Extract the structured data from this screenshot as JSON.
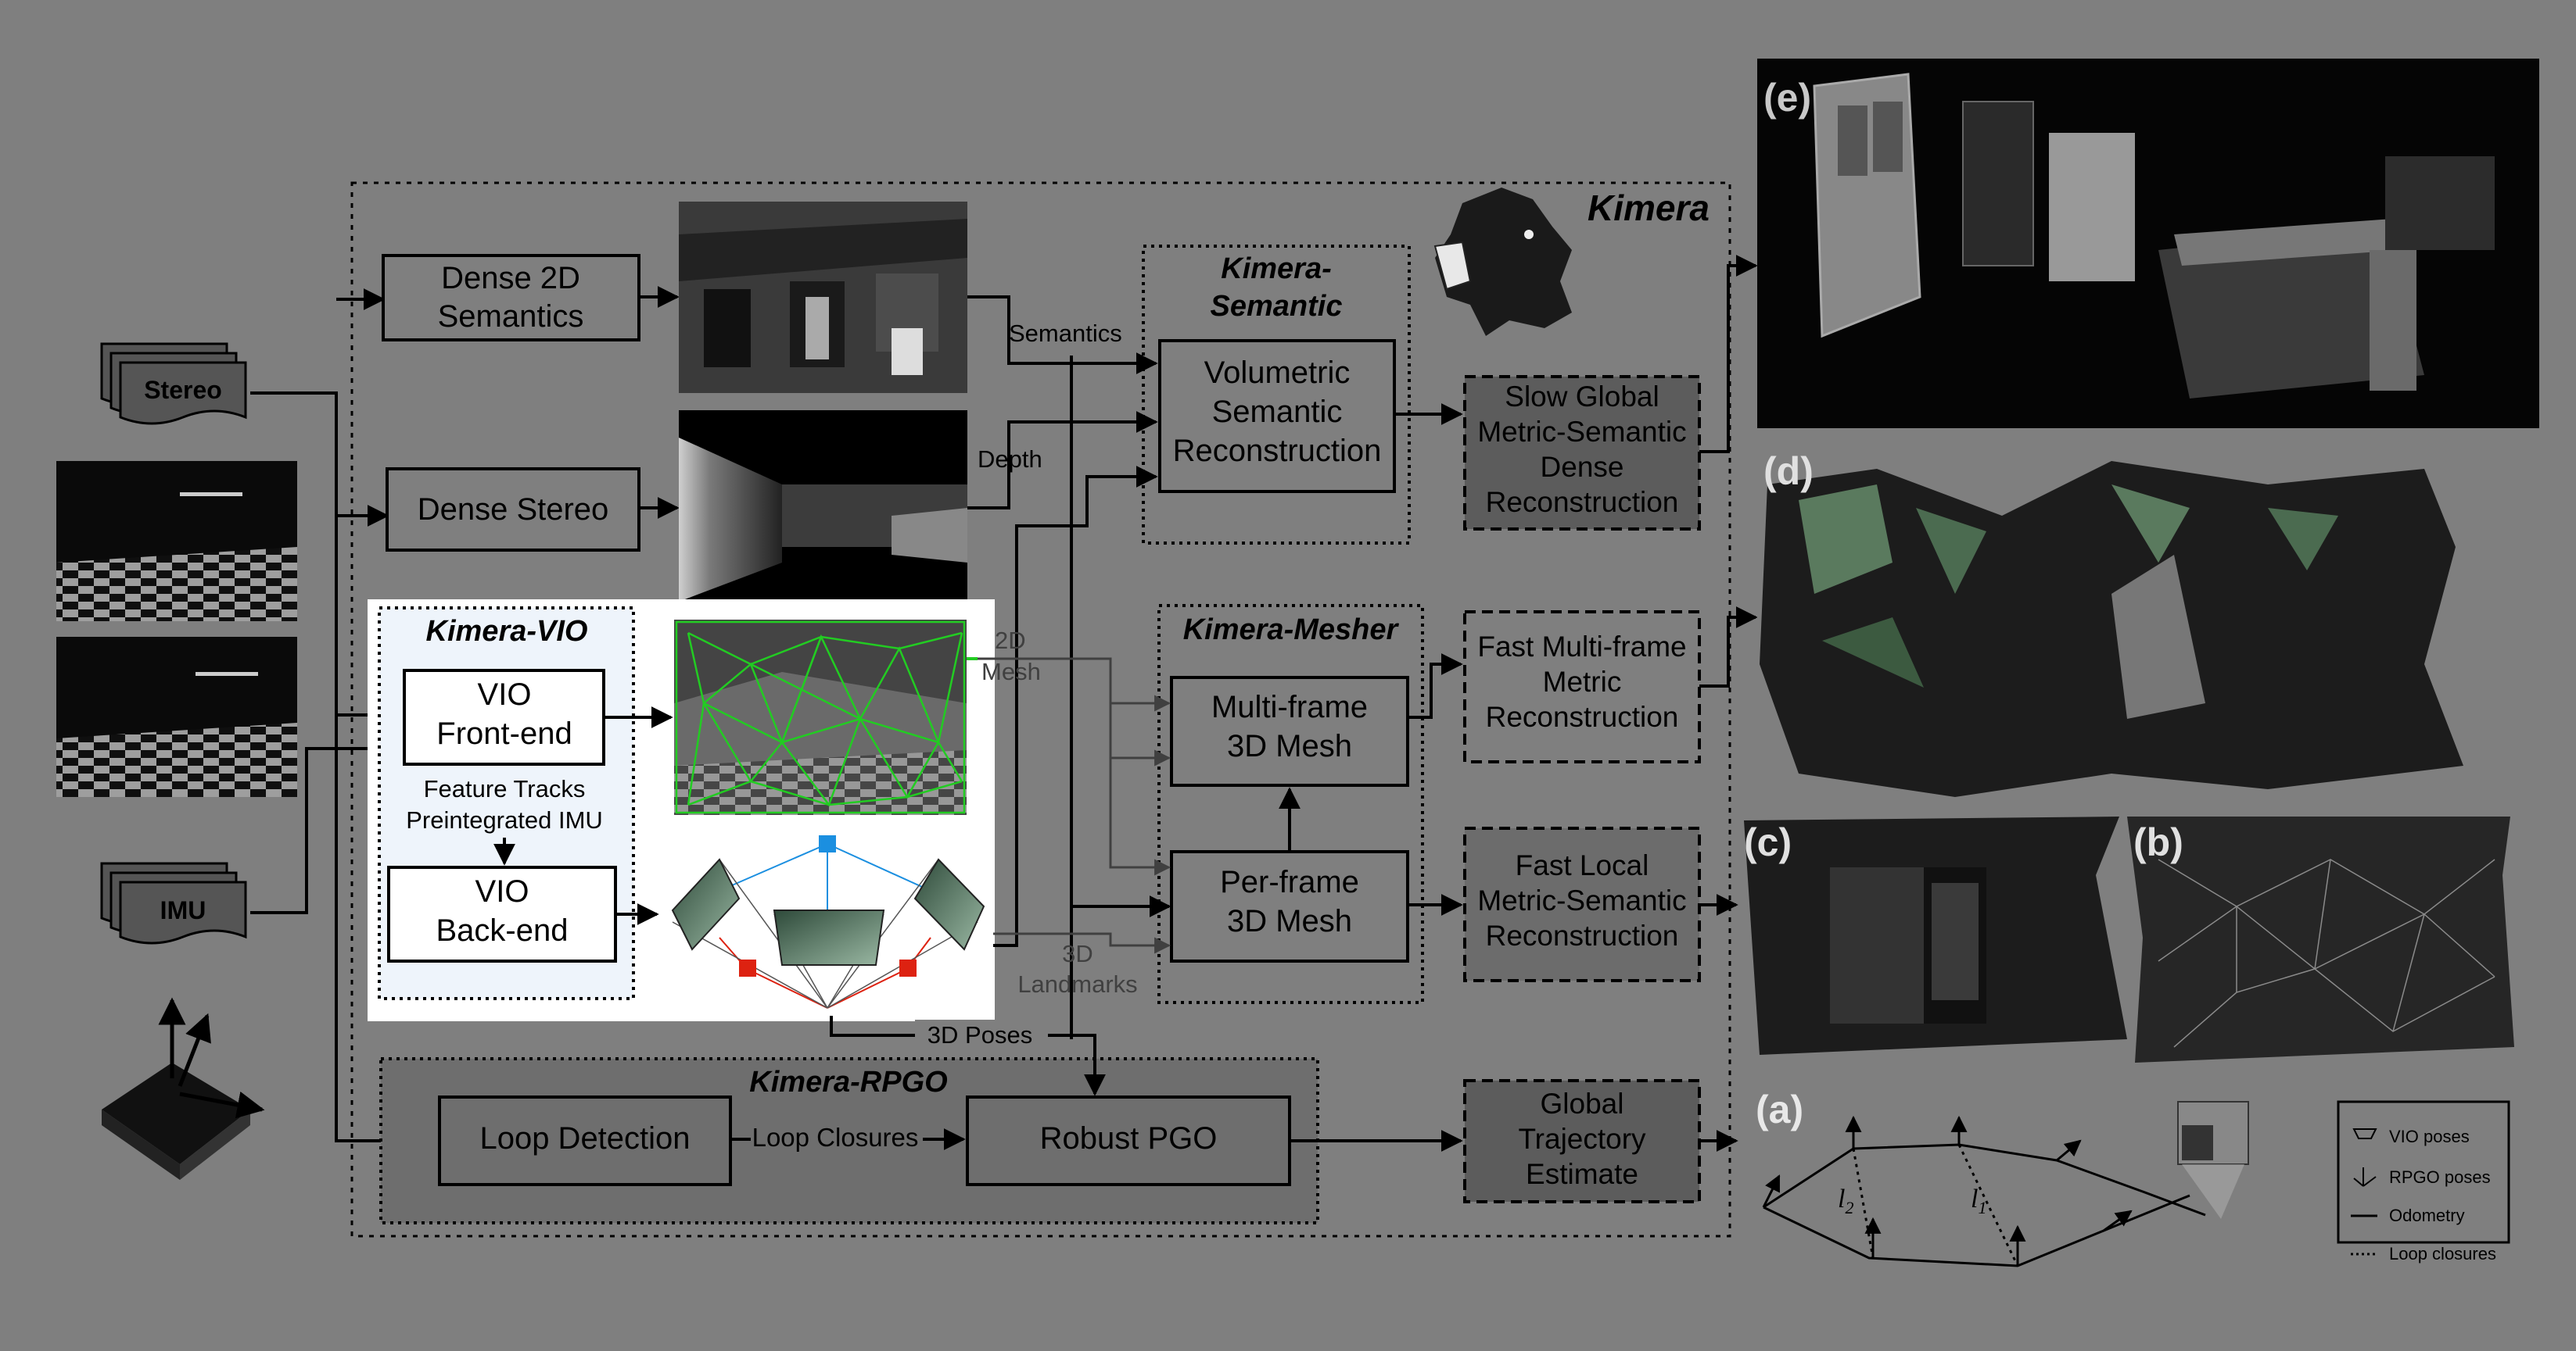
{
  "system": {
    "title": "Kimera"
  },
  "inputs": {
    "stereo": "Stereo",
    "imu": "IMU"
  },
  "modules": {
    "dense_2d": [
      "Dense 2D",
      "Semantics"
    ],
    "dense_stereo": "Dense Stereo",
    "vio": {
      "title": "Kimera-VIO",
      "front_end": [
        "VIO",
        "Front-end"
      ],
      "back_end": [
        "VIO",
        "Back-end"
      ],
      "link": [
        "Feature Tracks",
        "Preintegrated IMU"
      ]
    },
    "semantic": {
      "title": [
        "Kimera-",
        "Semantic"
      ],
      "volumetric": [
        "Volumetric",
        "Semantic",
        "Reconstruction"
      ]
    },
    "mesher": {
      "title": "Kimera-Mesher",
      "multi_frame": [
        "Multi-frame",
        "3D Mesh"
      ],
      "per_frame": [
        "Per-frame",
        "3D Mesh"
      ]
    },
    "rpgo": {
      "title": "Kimera-RPGO",
      "loop_detection": "Loop Detection",
      "robust_pgo": "Robust PGO",
      "loop_closures": "Loop Closures"
    }
  },
  "edge_labels": {
    "semantics": "Semantics",
    "depth": "Depth",
    "mesh_2d": [
      "2D",
      "Mesh"
    ],
    "landmarks_3d": [
      "3D",
      "Landmarks"
    ],
    "poses_3d": "3D Poses"
  },
  "outputs": {
    "slow_global": [
      "Slow Global",
      "Metric-Semantic",
      "Dense",
      "Reconstruction"
    ],
    "fast_multi": [
      "Fast Multi-frame",
      "Metric",
      "Reconstruction"
    ],
    "fast_local": [
      "Fast Local",
      "Metric-Semantic",
      "Reconstruction"
    ],
    "global_traj": [
      "Global",
      "Trajectory",
      "Estimate"
    ]
  },
  "panels": {
    "e": "(e)",
    "d": "(d)",
    "c": "(c)",
    "b": "(b)",
    "a": "(a)"
  },
  "legend": {
    "vio": "VIO poses",
    "rpgo": "RPGO poses",
    "odometry": "Odometry",
    "loop": "Loop closures"
  },
  "traj_labels": {
    "l2": "l",
    "l2_sub": "2",
    "l1": "l",
    "l1_sub": "1"
  },
  "colors": {
    "background": "#7f7f7f",
    "box_fill": "#7f7f7f",
    "dark_box": "#555555",
    "vio_panel": "#eef4fb",
    "mesh_green": "#22cc22",
    "pose_red": "#dd2211",
    "pose_blue": "#1b8fe0"
  }
}
